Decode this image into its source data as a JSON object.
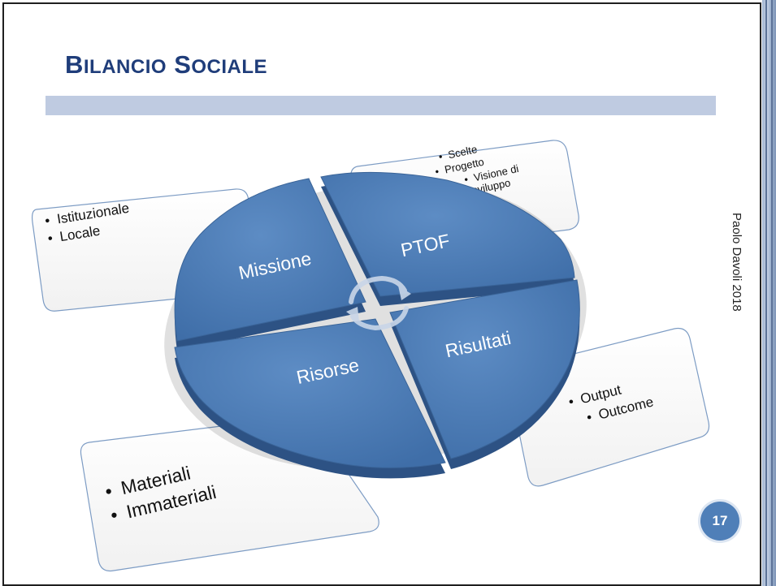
{
  "slide": {
    "title": "Bilancio Sociale",
    "title_first_letter": "B",
    "title_rest_1": "ILANCIO",
    "title_s": "S",
    "title_rest_2": "OCIALE",
    "author": "Paolo Davoli 2018",
    "page_number": "17"
  },
  "diagram": {
    "segments": [
      {
        "label": "Missione",
        "color": "#4f7fb8"
      },
      {
        "label": "PTOF",
        "color": "#4f7fb8"
      },
      {
        "label": "Risorse",
        "color": "#4f7fb8"
      },
      {
        "label": "Risultati",
        "color": "#4f7fb8"
      }
    ],
    "cards": [
      {
        "items": [
          "Istituzionale",
          "Locale"
        ]
      },
      {
        "items": [
          "Scelte",
          "Progetto",
          "Visione di",
          "sviluppo"
        ]
      },
      {
        "items": [
          "Output",
          "Outcome"
        ]
      },
      {
        "items": [
          "Materiali",
          "Immateriali"
        ]
      }
    ]
  },
  "colors": {
    "title": "#1f3d7a",
    "title_bar": "#bfcbe1",
    "segment_fill": "#4f7fb8",
    "segment_side": "#2d5284",
    "badge": "#4f7fb8"
  }
}
